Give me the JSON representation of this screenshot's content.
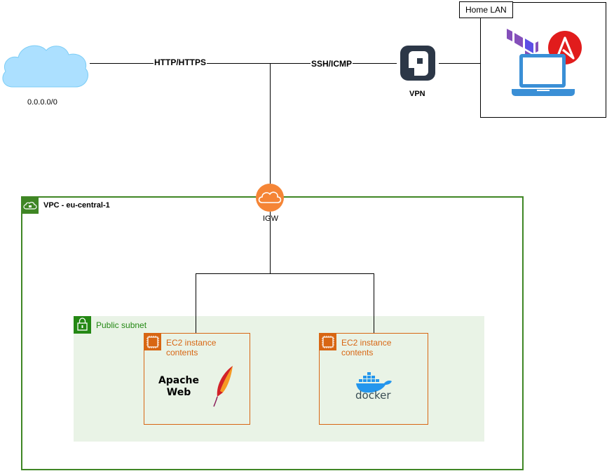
{
  "internet": {
    "label": "0.0.0.0/0"
  },
  "links": {
    "http_label": "HTTP/HTTPS",
    "ssh_label": "SSH/ICMP"
  },
  "vpn": {
    "label": "VPN"
  },
  "home_lan": {
    "label": "Home LAN"
  },
  "vpc": {
    "label": "VPC - eu-central-1"
  },
  "igw": {
    "label": "IGW"
  },
  "subnet": {
    "label": "Public subnet"
  },
  "ec2_left": {
    "label_line1": "EC2 instance",
    "label_line2": "contents",
    "app_line1": "Apache",
    "app_line2": "Web"
  },
  "ec2_right": {
    "label_line1": "EC2 instance",
    "label_line2": "contents",
    "app_label": "docker"
  },
  "colors": {
    "vpc_border": "#3f8624",
    "subnet_fill": "#e9f3e6",
    "subnet_text": "#248814",
    "ec2_border": "#d86613",
    "igw_fill": "#f58536",
    "laptop": "#3a8fd6"
  }
}
